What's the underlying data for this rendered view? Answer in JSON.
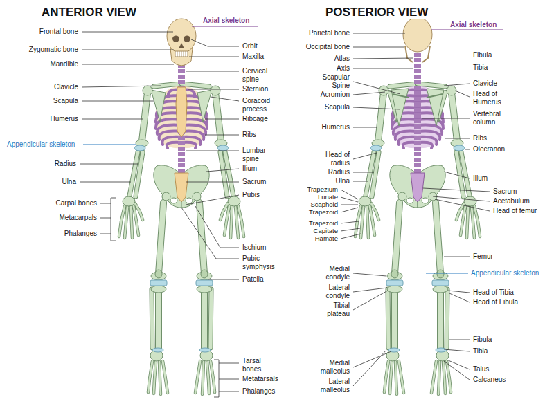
{
  "diagram": {
    "labels": [
      "ANTERIOR VIEW",
      "Axial skeleton",
      "Frontal bone",
      "Zygomatic bone",
      "Mandible",
      "Clavicle",
      "Scapula",
      "Humerus",
      "Appendicular skeleton",
      "Radius",
      "Ulna",
      "Carpal bones",
      "Metacarpals",
      "Phalanges",
      "Orbit",
      "Maxilla",
      "Cervical spine",
      "Sternion",
      "Coracoid process",
      "Ribcage",
      "Ribs",
      "Lumbar spine",
      "Ilium",
      "Sacrum",
      "Pubis",
      "Ischium",
      "Pubic symphysis",
      "Patella",
      "Tarsal bones",
      "Metatarsals",
      "Phalanges",
      "POSTERIOR VIEW",
      "Axial skeleton",
      "Parietal bone",
      "Occipital bone",
      "Atlas",
      "Axis",
      "Scapular Spine",
      "Acromion",
      "Scapula",
      "Humerus",
      "Head of radius",
      "Radius",
      "Ulna",
      "Trapezium",
      "Lunate",
      "Scaphoid",
      "Trapezoid",
      "Trapezoid",
      "Capitate",
      "Hamate",
      "Medial condyle",
      "Lateral condyle",
      "Tibial plateau",
      "Medial malleolus",
      "Lateral malleolus",
      "Fibula",
      "Tibia",
      "Clavicle",
      "Head of Humerus",
      "Vertebral column",
      "Ribs",
      "Olecranon",
      "Ilium",
      "Sacrum",
      "Acetabulum",
      "Head of femur",
      "Femur",
      "Appendicular skeleton",
      "Head of Tibia",
      "Head of Fibula",
      "Fibula",
      "Tibia",
      "Talus",
      "Calcaneus"
    ]
  }
}
